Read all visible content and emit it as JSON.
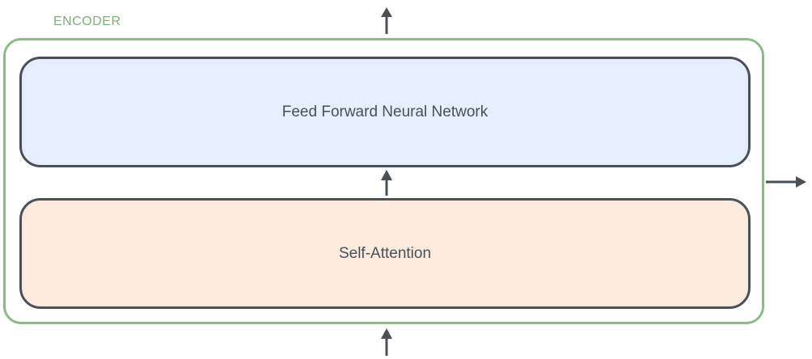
{
  "encoder": {
    "title": "ENCODER",
    "border_color": "#8cba88"
  },
  "layers": {
    "feed_forward": {
      "label": "Feed Forward Neural Network",
      "fill": "#e4eefc"
    },
    "self_attention": {
      "label": "Self-Attention",
      "fill": "#fbebde"
    }
  },
  "colors": {
    "box_border": "#4a4f5a",
    "arrow": "#4a4f5a"
  }
}
